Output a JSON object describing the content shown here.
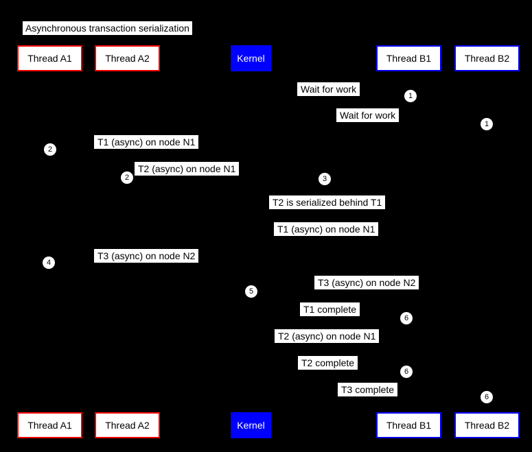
{
  "title": "Asynchronous transaction serialization",
  "participants": {
    "thread_a1": "Thread A1",
    "thread_a2": "Thread A2",
    "kernel": "Kernel",
    "thread_b1": "Thread B1",
    "thread_b2": "Thread B2"
  },
  "messages": [
    "Wait for work",
    "Wait for work",
    "T1 (async) on node N1",
    "T2 (async) on node N1",
    "T2 is serialized behind T1",
    "T1 (async) on node N1",
    "T3 (async) on node N2",
    "T3 (async) on node N2",
    "T1 complete",
    "T2 (async) on node N1",
    "T2 complete",
    "T3 complete"
  ],
  "markers": [
    "1",
    "1",
    "2",
    "2",
    "3",
    "4",
    "5",
    "6",
    "6",
    "6"
  ],
  "colors": {
    "background": "#000000",
    "thread_a_border": "#ff0000",
    "thread_b_border": "#0000ff",
    "kernel_bg": "#0000ff",
    "kernel_text": "#ffffff",
    "label_bg": "#ffffff",
    "text": "#000000"
  }
}
